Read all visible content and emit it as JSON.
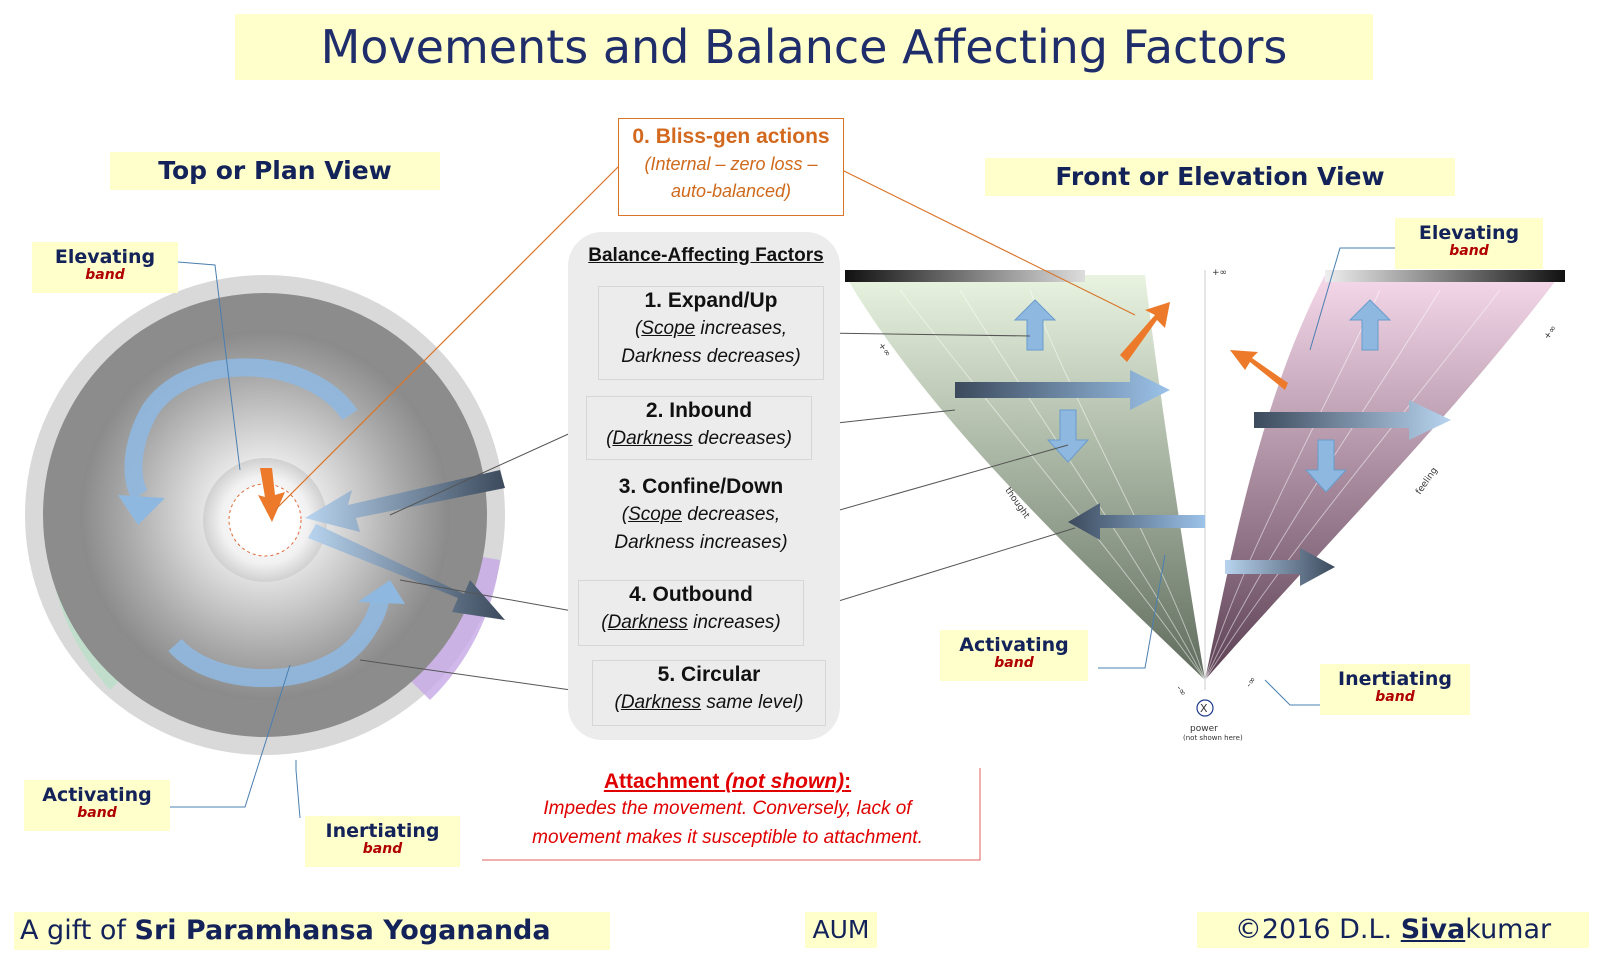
{
  "title": "Movements and Balance Affecting Factors",
  "plan_view_label": "Top or Plan View",
  "front_view_label": "Front or Elevation View",
  "bands": {
    "elevating": "Elevating",
    "activating": "Activating",
    "inertiating": "Inertiating",
    "band_word": "band"
  },
  "bliss": {
    "title": "0. Bliss-gen actions",
    "subtitle": "(Internal – zero loss – auto-balanced)"
  },
  "balance_heading": "Balance-Affecting Factors",
  "factors": [
    {
      "title": "1. Expand/Up",
      "d1_pre": "(",
      "d1_u": "Scope",
      "d1_post": " increases,",
      "d2": "Darkness decreases)"
    },
    {
      "title": "2. Inbound",
      "d1_pre": "(",
      "d1_u": "Darkness",
      "d1_post": " decreases)"
    },
    {
      "title": "3. Confine/Down",
      "d1_pre": "(",
      "d1_u": "Scope",
      "d1_post": " decreases,",
      "d2": "Darkness increases)"
    },
    {
      "title": "4. Outbound",
      "d1_pre": "(",
      "d1_u": "Darkness",
      "d1_post": " increases)"
    },
    {
      "title": "5. Circular",
      "d1_pre": "(",
      "d1_u": "Darkness",
      "d1_post": " same level)"
    }
  ],
  "attachment": {
    "head_a": "Attachment ",
    "head_b": "(not shown)",
    "head_c": ":",
    "line1": "Impedes the movement. Conversely, lack of",
    "line2": "movement makes it susceptible to attachment."
  },
  "elevation_small_labels": {
    "thought": "thought",
    "feeling": "feeling",
    "top_axis": "+∞",
    "left_neg": "-∞",
    "left_pos": "+∞",
    "right_neg": "-∞",
    "right_pos": "+∞",
    "bottom_left": "-∞",
    "bottom_right": "-∞",
    "x_symbol": "X",
    "power": "power",
    "power_note": "(not shown here)"
  },
  "footer": {
    "gift_prefix": "A gift of ",
    "gift_name": "Sri Paramhansa Yogananda",
    "aum": "AUM",
    "copyright_prefix": "©2016 D.L. ",
    "copyright_underline": "Siva",
    "copyright_suffix": "kumar"
  },
  "colors": {
    "title_text": "#1f2d6b",
    "highlight": "#ffffcc",
    "orange": "#ed7a2a",
    "red_text": "#e00000",
    "green_cone": "#cfe3c4",
    "pink_cone": "#eac3dc",
    "blue_arrow": "#8fb8e0"
  }
}
